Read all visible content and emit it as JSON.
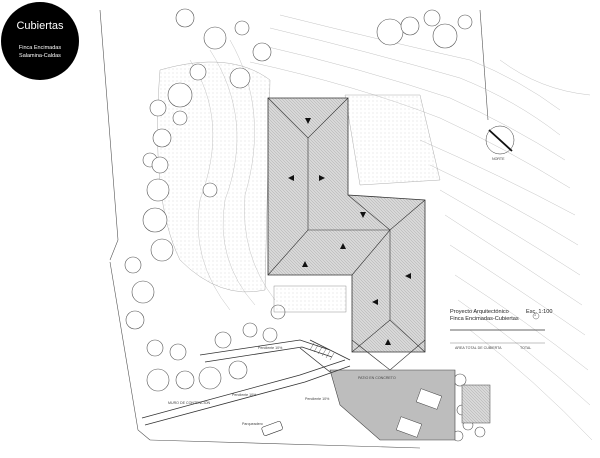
{
  "legend_badge": {
    "title": "Cubiertas",
    "line1": "Finca Encimadas",
    "line2": "Salamina-Caldas"
  },
  "title_block": {
    "project": "Proyecto Arquitectónico",
    "sheet": "Finca Encimadas-Cubiertas",
    "scale": "Esc. 1:100",
    "sheet_number": "1",
    "area_label": "AREA TOTAL DE CUBIERTA",
    "area_value": "TOTAL"
  },
  "north": {
    "label": "NORTE"
  },
  "annotations": {
    "patio": "PATIO EN CONCRETO",
    "slope1": "Pendiente 10%",
    "slope2": "Pendiente 10%",
    "slope3": "Pendiente 10%",
    "wall": "MURO DE CONTENCION",
    "parking": "Parqueadero"
  },
  "colors": {
    "roof": "#cfcfcf",
    "paving": "#bdbdbd",
    "line": "#444444",
    "contour": "#b4b4b4"
  }
}
